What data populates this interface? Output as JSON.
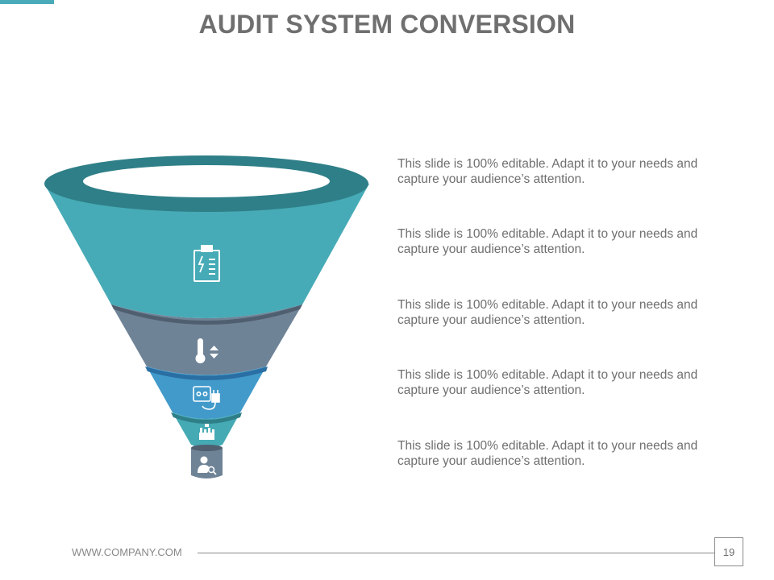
{
  "title": "AUDIT SYSTEM CONVERSION",
  "colors": {
    "accent": "#4aaab8",
    "stage1": "#46abb6",
    "stage2": "#6f8397",
    "stage3": "#429acb",
    "stage4": "#45aab4",
    "stage5": "#6f8397"
  },
  "stages": [
    {
      "icon": "clipboard-icon",
      "text": "This slide is 100% editable. Adapt it to your needs and capture your audience’s attention."
    },
    {
      "icon": "thermometer-icon",
      "text": "This slide is 100% editable. Adapt it to your needs and capture your audience’s attention."
    },
    {
      "icon": "power-socket-icon",
      "text": "This slide is 100% editable. Adapt it to your needs and capture your audience’s attention."
    },
    {
      "icon": "factory-icon",
      "text": "This slide is 100% editable. Adapt it to your needs and capture your audience’s attention."
    },
    {
      "icon": "user-search-icon",
      "text": "This slide is 100% editable. Adapt it to your needs and capture your audience’s attention."
    }
  ],
  "footer": {
    "url": "WWW.COMPANY.COM",
    "page_number": "19"
  }
}
